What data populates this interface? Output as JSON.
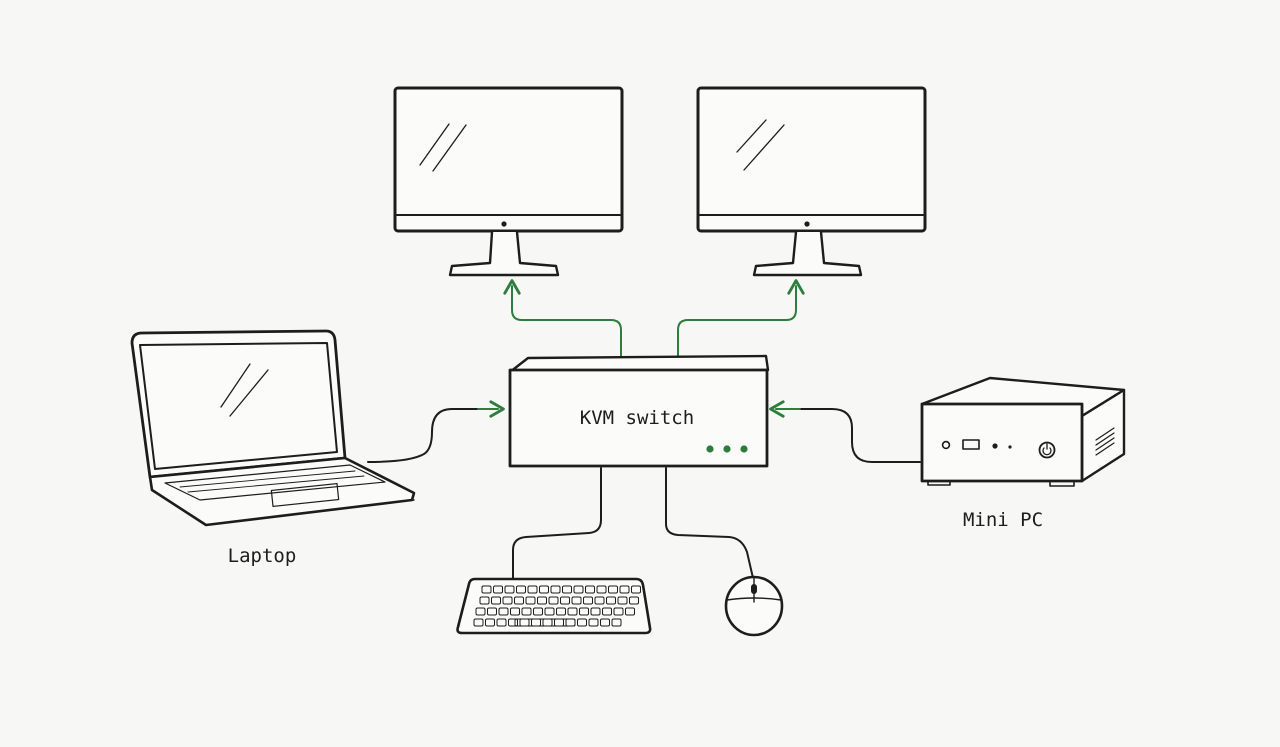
{
  "labels": {
    "switch": "KVM switch",
    "laptop": "Laptop",
    "mini_pc": "Mini PC"
  },
  "colors": {
    "ink": "#1d1d1d",
    "video_wire": "#2e7d3e",
    "indicator_led": "#2e7d3e",
    "background": "#f7f7f5"
  },
  "icons": [
    "monitor-icon",
    "laptop-icon",
    "kvm-switch-icon",
    "mini-pc-icon",
    "keyboard-icon",
    "mouse-icon"
  ]
}
